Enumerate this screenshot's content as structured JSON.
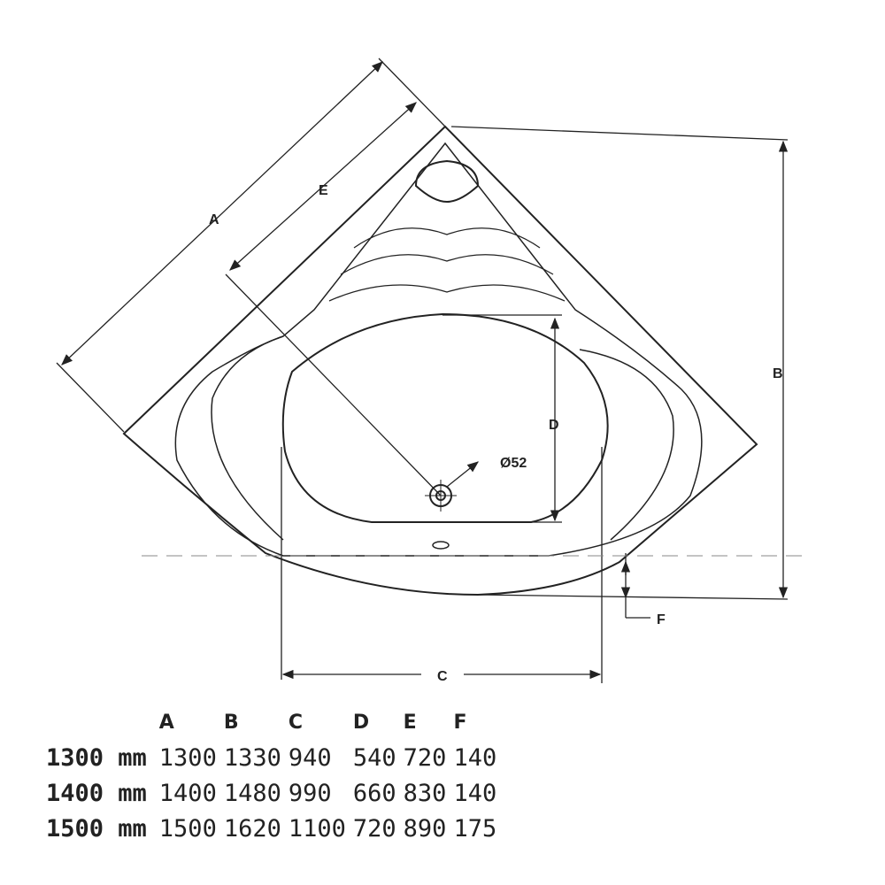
{
  "drawing": {
    "labels": {
      "A": "A",
      "B": "B",
      "C": "C",
      "D": "D",
      "E": "E",
      "F": "F",
      "drain": "Ø52"
    }
  },
  "table": {
    "headers": [
      "",
      "A",
      "B",
      "C",
      "D",
      "E",
      "F"
    ],
    "rows": [
      [
        "1300 mm",
        "1300",
        "1330",
        "940",
        "540",
        "720",
        "140"
      ],
      [
        "1400 mm",
        "1400",
        "1480",
        "990",
        "660",
        "830",
        "140"
      ],
      [
        "1500 mm",
        "1500",
        "1620",
        "1100",
        "720",
        "890",
        "175"
      ]
    ]
  }
}
